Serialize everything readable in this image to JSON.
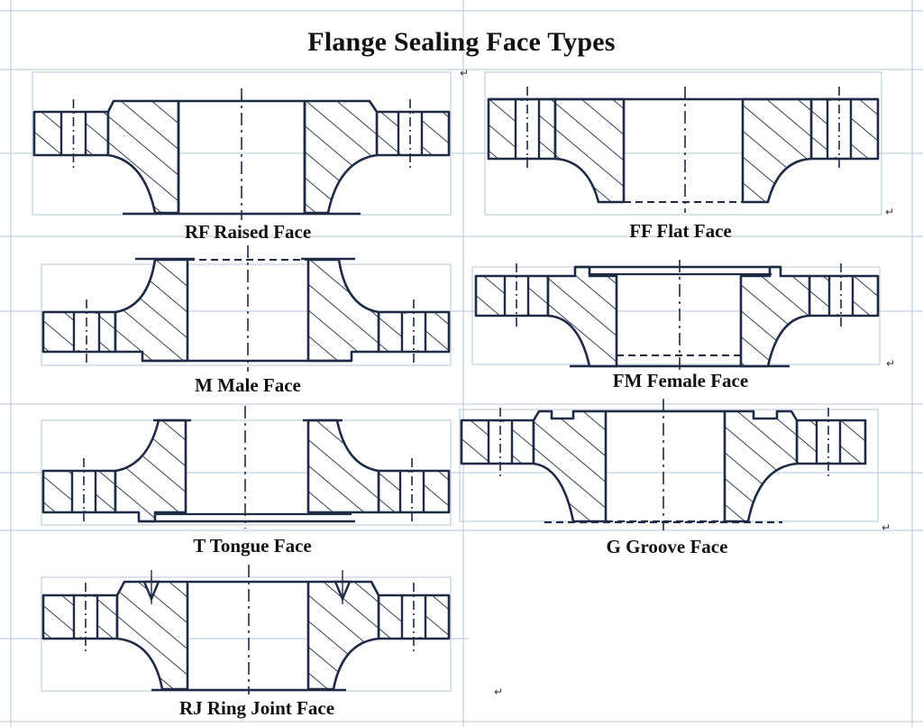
{
  "title": "Flange Sealing Face Types",
  "colors": {
    "outline": "#1f2a44",
    "grid": "#b9c6d8",
    "text": "#111111"
  },
  "faces": [
    {
      "key": "rf",
      "caption": "RF Raised Face"
    },
    {
      "key": "ff",
      "caption": "FF Flat Face"
    },
    {
      "key": "m",
      "caption": "M Male Face"
    },
    {
      "key": "fm",
      "caption": "FM Female Face"
    },
    {
      "key": "t",
      "caption": "T Tongue Face"
    },
    {
      "key": "g",
      "caption": "G Groove Face"
    },
    {
      "key": "rj",
      "caption": "RJ Ring Joint Face"
    }
  ]
}
